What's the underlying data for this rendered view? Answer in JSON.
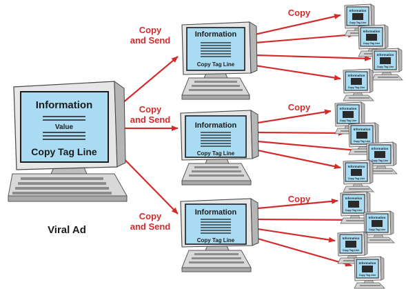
{
  "colors": {
    "arrow": "#d42a2a",
    "label": "#d42a2a",
    "screen": "#a9dcf2",
    "screen_border": "#1a1a1a",
    "monitor_body": "#e4e4e4",
    "monitor_shade": "#b7b7b7",
    "small_screen_panel": "#2a2a2a",
    "text_dark": "#1a1a1a"
  },
  "source": {
    "title": "Information",
    "value": "Value",
    "tagline": "Copy Tag Line",
    "caption": "Viral Ad"
  },
  "relay": {
    "title": "Information",
    "tagline": "Copy Tag Line",
    "send_label_line1": "Copy",
    "send_label_line2": "and Send",
    "copy_label": "Copy"
  },
  "leaf": {
    "title": "Information",
    "tagline": "Copy Tag Line"
  },
  "structure": {
    "relay_count": 3,
    "leaves_per_relay": 4
  }
}
